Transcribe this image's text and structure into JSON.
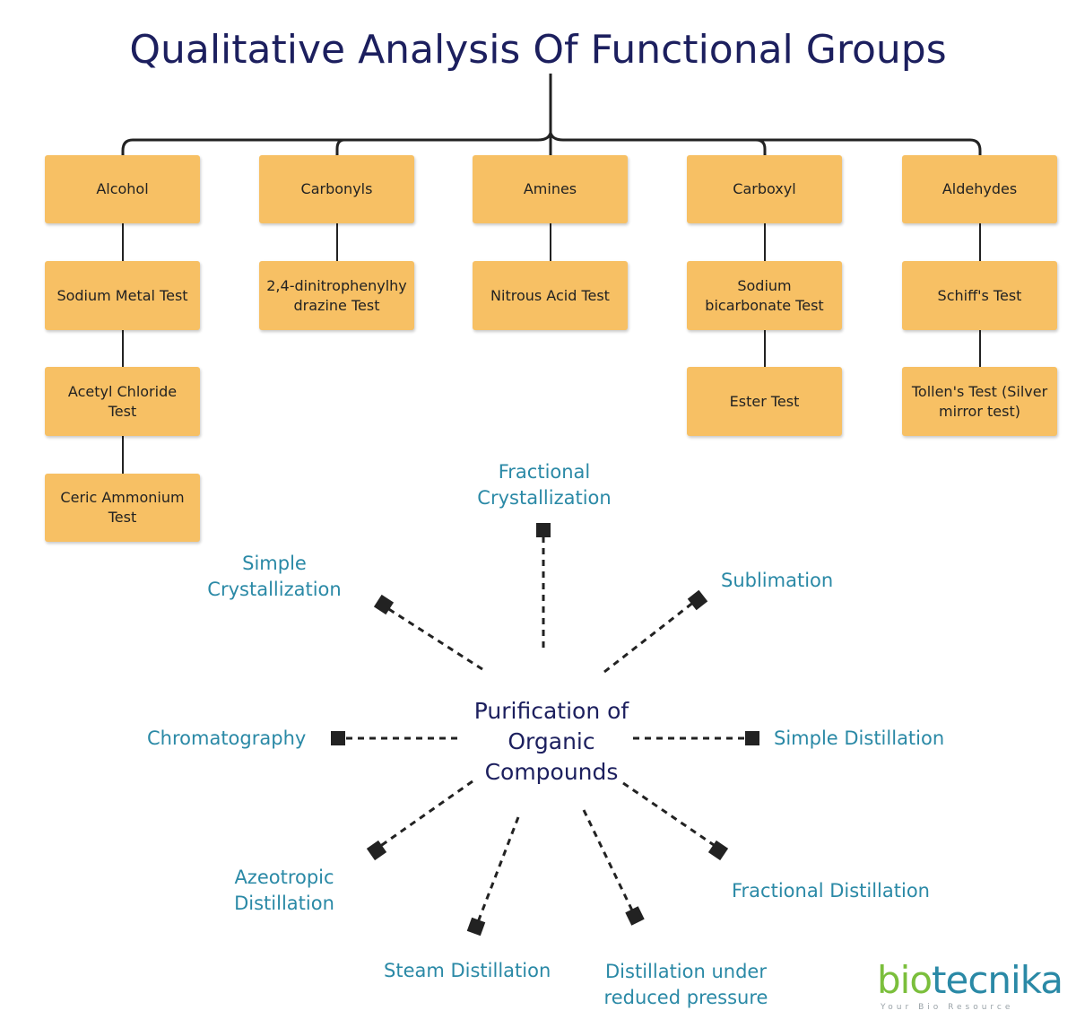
{
  "title": "Qualitative Analysis Of Functional Groups",
  "tree": {
    "columns": [
      {
        "group": "Alcohol",
        "tests": [
          "Sodium Metal Test",
          "Acetyl Chloride Test",
          "Ceric Ammonium Test"
        ]
      },
      {
        "group": "Carbonyls",
        "tests": [
          "2,4-dinitrophenylhydrazine Test"
        ]
      },
      {
        "group": "Amines",
        "tests": [
          "Nitrous Acid Test"
        ]
      },
      {
        "group": "Carboxyl",
        "tests": [
          "Sodium bicarbonate Test",
          "Ester Test"
        ]
      },
      {
        "group": "Aldehydes",
        "tests": [
          "Schiff's Test",
          "Tollen's Test (Silver mirror test)"
        ]
      }
    ]
  },
  "purification": {
    "center": "Purification of Organic Compounds",
    "methods": {
      "fractional_crystallization": "Fractional Crystallization",
      "simple_crystallization": "Simple Crystallization",
      "sublimation": "Sublimation",
      "chromatography": "Chromatography",
      "simple_distillation": "Simple Distillation",
      "azeotropic_distillation": "Azeotropic Distillation",
      "steam_distillation": "Steam Distillation",
      "distillation_reduced_pressure": "Distillation under reduced pressure",
      "fractional_distillation": "Fractional Distillation"
    }
  },
  "logo": {
    "part1": "bio",
    "part2": "tecnika",
    "tagline": "Your Bio Resource"
  },
  "colors": {
    "box_fill": "#f7c064",
    "title": "#1c1f5e",
    "label_teal": "#2a89a6",
    "connector": "#222222"
  }
}
